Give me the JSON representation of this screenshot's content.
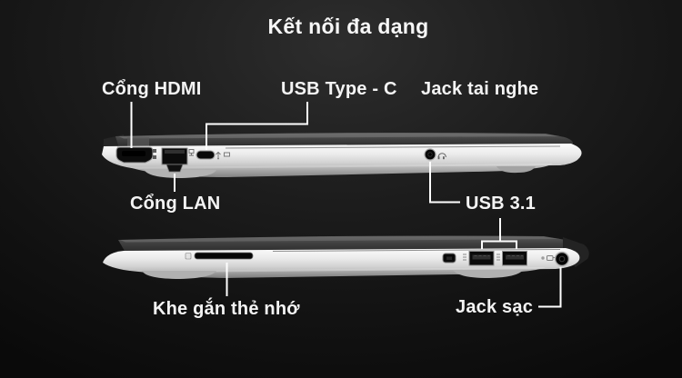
{
  "title": "Kết nối đa dạng",
  "callouts": {
    "hdmi": "Cổng HDMI",
    "usb_type_c": "USB Type - C",
    "headphone": "Jack tai nghe",
    "lan": "Cổng LAN",
    "usb_3_1": "USB 3.1",
    "memory_card": "Khe gắn thẻ nhớ",
    "charger": "Jack sạc"
  },
  "ports": {
    "left_side": [
      "hdmi-port",
      "lan-port",
      "usb-c-port",
      "headphone-jack"
    ],
    "right_side": [
      "sd-card-slot",
      "kensington-lock-slot",
      "usb-a-port",
      "usb-a-port",
      "power-led",
      "battery-icon",
      "power-jack"
    ]
  },
  "colors": {
    "background_center": "#2d2d2d",
    "background_edge": "#0a0a0a",
    "text": "#f4f4f4",
    "callout_line": "#ffffff",
    "laptop_silver": "#e9e9e9",
    "laptop_lid_dark": "#3d3d3d",
    "port_black": "#0a0a0a"
  }
}
